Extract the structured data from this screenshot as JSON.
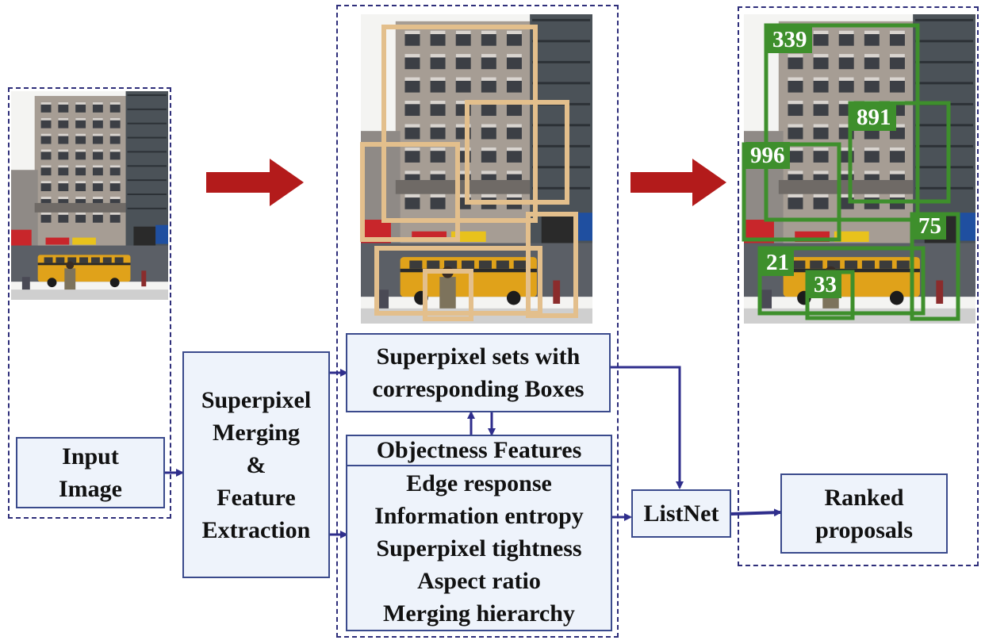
{
  "colors": {
    "dashed_border": "#2e2e7a",
    "box_fill": "#eef3fb",
    "box_border": "#3a4a8c",
    "connector": "#2f2e8c",
    "red_arrow": "#b31b1b",
    "candidate_box": "#e3bf8c",
    "ranked_box": "#3e8f2c"
  },
  "input_box": {
    "line1": "Input",
    "line2": "Image"
  },
  "process_box": {
    "line1": "Superpixel",
    "line2": "Merging",
    "line3": "&",
    "line4": "Feature",
    "line5": "Extraction"
  },
  "superpixel_box": {
    "line1": "Superpixel sets with",
    "line2": "corresponding Boxes"
  },
  "features": {
    "title": "Objectness Features",
    "items": [
      "Edge response",
      "Information entropy",
      "Superpixel tightness",
      "Aspect ratio",
      "Merging hierarchy"
    ]
  },
  "listnet_box": {
    "label": "ListNet"
  },
  "ranked_box": {
    "line1": "Ranked",
    "line2": "proposals"
  },
  "ranked_scores": [
    "339",
    "891",
    "996",
    "75",
    "21",
    "33"
  ],
  "images": {
    "input": "street-scene-photo",
    "proposals": "street-scene-photo-with-candidate-boxes",
    "ranked": "street-scene-photo-with-ranked-boxes"
  }
}
